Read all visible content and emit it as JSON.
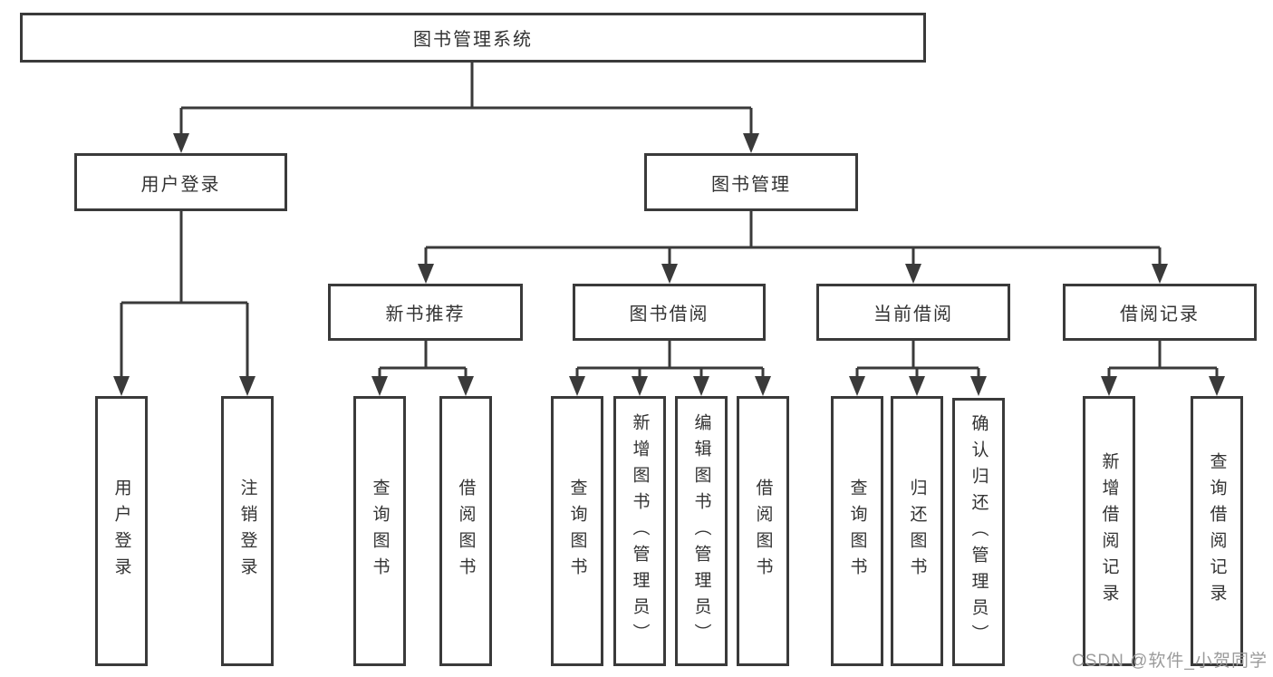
{
  "tree": {
    "root": "图书管理系统",
    "branches": [
      {
        "label": "用户登录",
        "children": [
          "用户登录",
          "注销登录"
        ]
      },
      {
        "label": "图书管理",
        "sections": [
          {
            "label": "新书推荐",
            "children": [
              "查询图书",
              "借阅图书"
            ]
          },
          {
            "label": "图书借阅",
            "children": [
              "查询图书",
              "新增图书（管理员）",
              "编辑图书（管理员）",
              "借阅图书"
            ]
          },
          {
            "label": "当前借阅",
            "children": [
              "查询图书",
              "归还图书",
              "确认归还（管理员）"
            ]
          },
          {
            "label": "借阅记录",
            "children": [
              "新增借阅记录",
              "查询借阅记录"
            ]
          }
        ]
      }
    ]
  },
  "watermark": "CSDN @软件_小贺同学",
  "colors": {
    "line": "#3a3a3a",
    "text": "#333333",
    "watermark": "#9b9b9b",
    "background": "#ffffff"
  }
}
